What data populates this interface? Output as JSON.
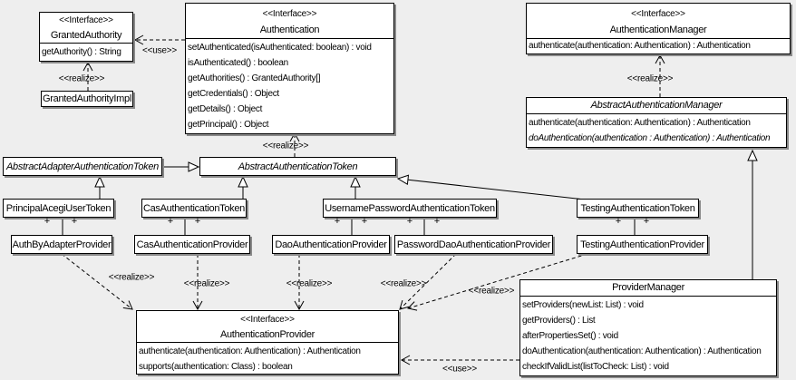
{
  "diagram": {
    "background": "#eeeeee",
    "box_fill": "#ffffff",
    "line_color": "#000000",
    "shadow_color": "#8a8a8a"
  },
  "labels": {
    "use": "<<use>>",
    "realize": "<<realize>>",
    "plus": "+"
  },
  "classes": {
    "granted_authority": {
      "stereotype": "<<Interface>>",
      "name": "GrantedAuthority",
      "methods": [
        "getAuthority() : String"
      ]
    },
    "granted_authority_impl": {
      "name": "GrantedAuthorityImpl"
    },
    "authentication": {
      "stereotype": "<<Interface>>",
      "name": "Authentication",
      "methods": [
        "setAuthenticated(isAuthenticated: boolean) : void",
        "isAuthenticated() : boolean",
        "getAuthorities() : GrantedAuthority[]",
        "getCredentials() : Object",
        "getDetails() : Object",
        "getPrincipal() : Object"
      ]
    },
    "authentication_manager": {
      "stereotype": "<<Interface>>",
      "name": "AuthenticationManager",
      "methods": [
        "authenticate(authentication: Authentication) : Authentication"
      ]
    },
    "abstract_authentication_manager": {
      "name": "AbstractAuthenticationManager",
      "methods": [
        "authenticate(authentication: Authentication) : Authentication",
        "doAuthentication(authentication : Authentication) : Authentication"
      ]
    },
    "abstract_adapter_authentication_token": {
      "name": "AbstractAdapterAuthenticationToken"
    },
    "abstract_authentication_token": {
      "name": "AbstractAuthenticationToken"
    },
    "principal_acegi_user_token": {
      "name": "PrincipalAcegiUserToken"
    },
    "cas_authentication_token": {
      "name": "CasAuthenticationToken"
    },
    "username_password_authentication_token": {
      "name": "UsernamePasswordAuthenticationToken"
    },
    "testing_authentication_token": {
      "name": "TestingAuthenticationToken"
    },
    "auth_by_adapter_provider": {
      "name": "AuthByAdapterProvider"
    },
    "cas_authentication_provider": {
      "name": "CasAuthenticationProvider"
    },
    "dao_authentication_provider": {
      "name": "DaoAuthenticationProvider"
    },
    "password_dao_authentication_provider": {
      "name": "PasswordDaoAuthenticationProvider"
    },
    "testing_authentication_provider": {
      "name": "TestingAuthenticationProvider"
    },
    "authentication_provider": {
      "stereotype": "<<Interface>>",
      "name": "AuthenticationProvider",
      "methods": [
        "authenticate(authentication: Authentication) : Authentication",
        "supports(authentication: Class) : boolean"
      ]
    },
    "provider_manager": {
      "name": "ProviderManager",
      "methods": [
        "setProviders(newList: List) : void",
        "getProviders() : List",
        "afterPropertiesSet() : void",
        "doAuthentication(authentication: Authentication) : Authentication",
        "checkIfValidList(listToCheck: List) : void"
      ]
    }
  }
}
